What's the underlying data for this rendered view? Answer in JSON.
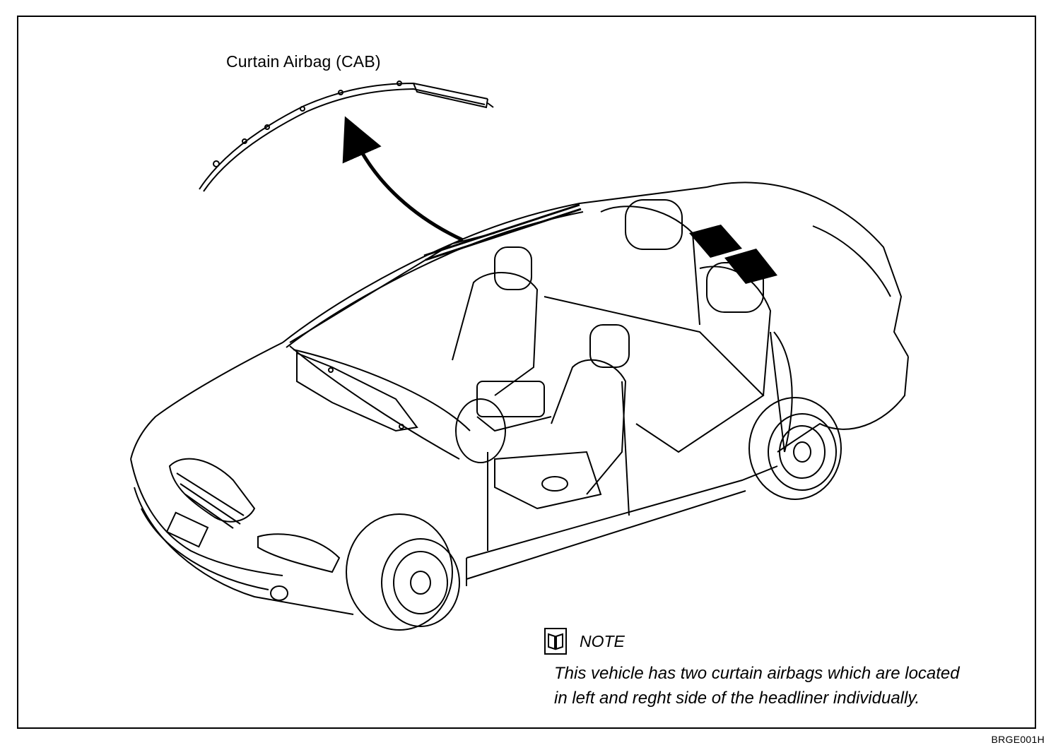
{
  "diagram": {
    "component_label": "Curtain Airbag (CAB)",
    "note": {
      "title": "NOTE",
      "icon": "book-icon",
      "lines": [
        "This vehicle has two curtain airbags which are located",
        "in left and reght side of the headliner individually."
      ]
    },
    "figure_code": "BRGE001H",
    "colors": {
      "ink": "#000000",
      "paper": "#ffffff"
    }
  }
}
